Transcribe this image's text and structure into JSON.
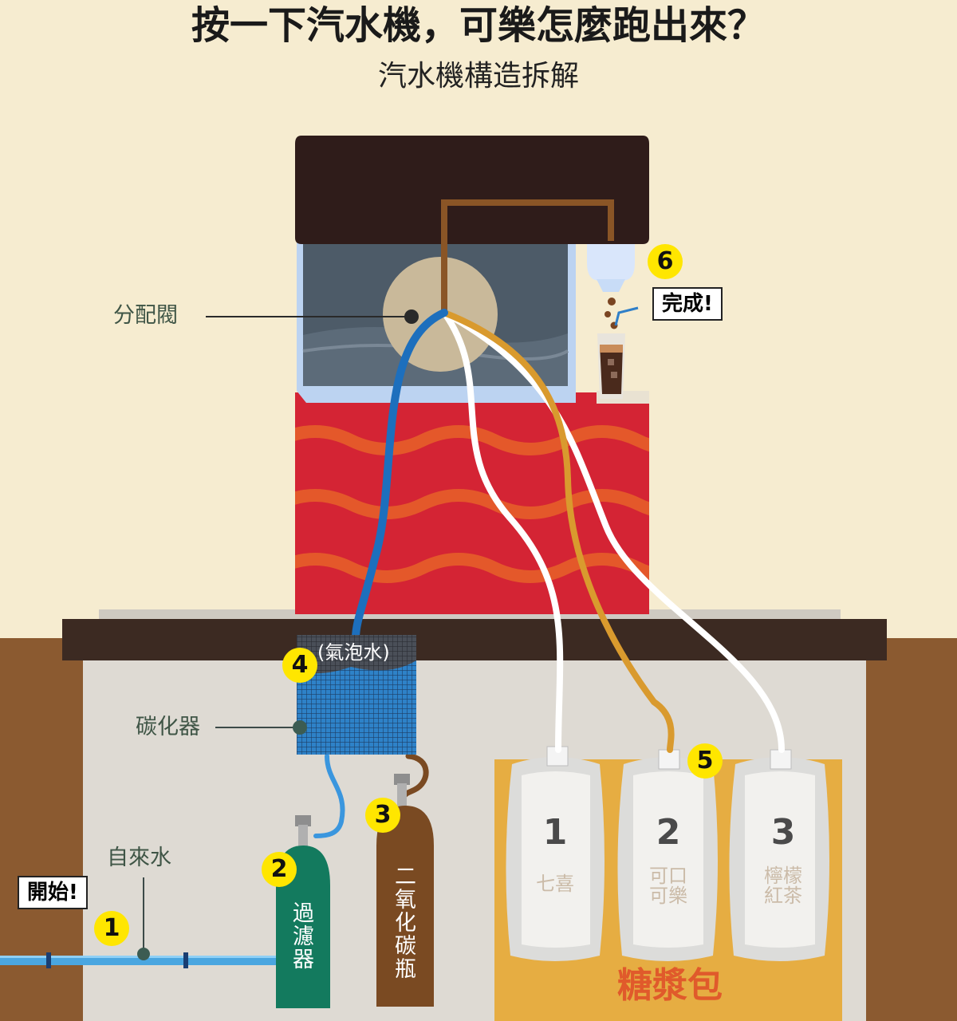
{
  "title": "按一下汽水機，可樂怎麼跑出來？",
  "subtitle": "汽水機構造拆解",
  "labels": {
    "valve": "分配閥",
    "carbonator": "碳化器",
    "tap_water": "自來水",
    "sparkling_water": "(氣泡水)",
    "filter": "過濾器",
    "co2_tank": "二氧化碳瓶",
    "syrup_packs": "糖漿包"
  },
  "bubbles": {
    "start": "開始!",
    "done": "完成!"
  },
  "steps": [
    "1",
    "2",
    "3",
    "4",
    "5",
    "6"
  ],
  "bags": [
    {
      "number": "1",
      "name": "七喜"
    },
    {
      "number": "2",
      "name": "可口\n可樂"
    },
    {
      "number": "3",
      "name": "檸檬\n紅茶"
    }
  ],
  "colors": {
    "background": "#f6ecd0",
    "machine_top": "#2f1c1a",
    "machine_body": "#d42434",
    "wave": "#e4582a",
    "counter": "#3c2a22",
    "soil": "#8b5a30",
    "cabinet": "#dedad3",
    "water_line": "#2f7fc8",
    "syrup_line": "#d99a2e",
    "syrup_box": "#e6ad42",
    "filter_tank": "#137a5e",
    "co2_tank": "#7a4a22",
    "step_marker": "#ffe600",
    "label_text": "#3f5546",
    "brand_text": "#e05a2b"
  }
}
